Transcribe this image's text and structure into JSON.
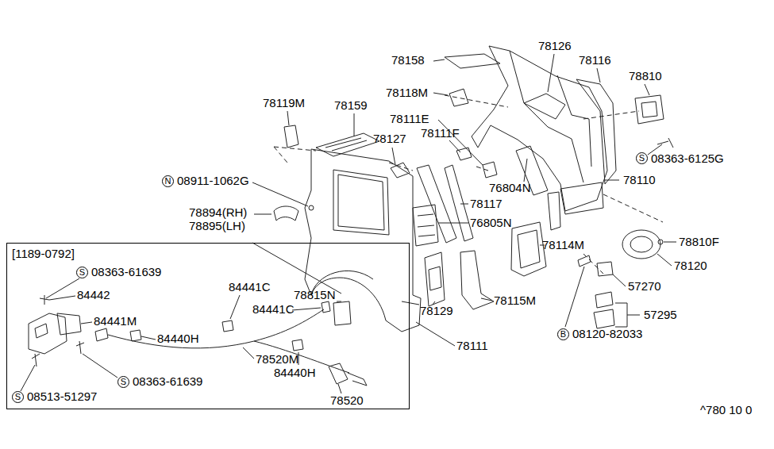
{
  "diagram": {
    "nodes": [
      {
        "text": [
          "S"
        ]
      },
      {
        "text": [
          "N"
        ]
      },
      {
        "text": [
          "[1189-0792]"
        ]
      },
      {
        "text": [
          "S"
        ],
        "in": 2
      },
      {
        "text": [
          "B"
        ]
      },
      {
        "text": [
          "S"
        ],
        "in": 2
      },
      {
        "text": [
          "S"
        ],
        "in": 2
      }
    ],
    "labels": [
      "78126",
      "78158",
      "78116",
      "78810",
      "78118M",
      "78119M",
      "78159",
      "78111E",
      "78127",
      "78111F",
      "08363-6125G",
      "08911-1062G",
      "76804N",
      "78110",
      "78117",
      "78894(RH)",
      "78895(LH)",
      "76805N",
      "78810F",
      "78114M",
      "78120",
      "08363-61639",
      "84442",
      "84441C",
      "78815N",
      "57270",
      "78115M",
      "84441C",
      "78129",
      "57295",
      "84441M",
      "84440H",
      "78111",
      "08120-82033",
      "78520M",
      "84440H",
      "08363-61639",
      "08513-51297",
      "78520",
      "^780 10 0"
    ]
  }
}
